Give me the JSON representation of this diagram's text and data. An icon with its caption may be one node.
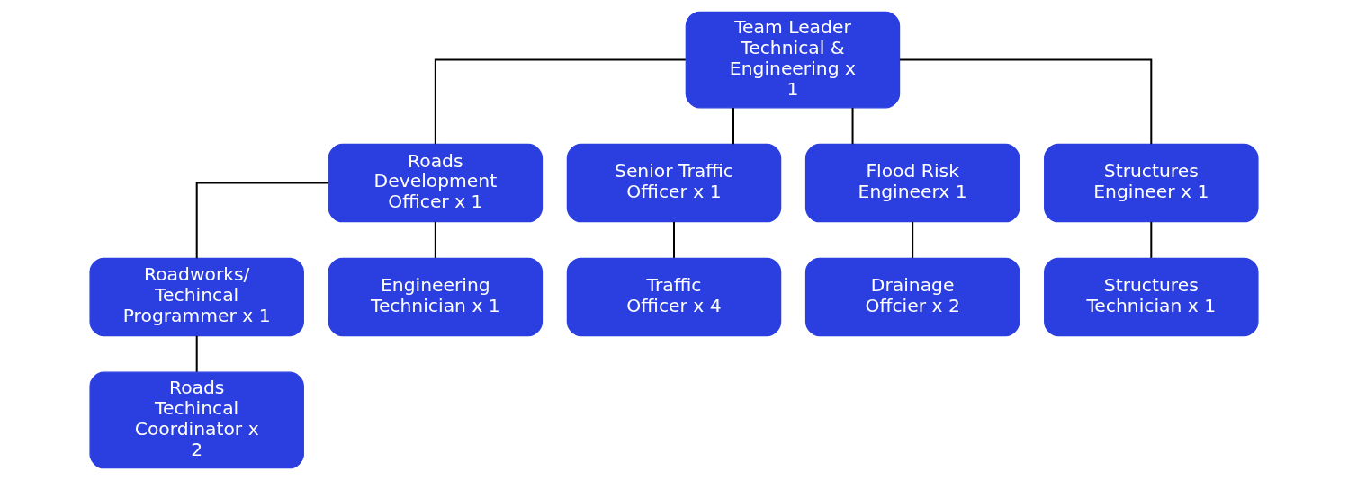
{
  "diagram": {
    "nodes": [
      {
        "text": [
          "Team Leader Technical & Engineering x 1"
        ]
      },
      {
        "text": [
          "Roads Development Officer x 1"
        ]
      },
      {
        "text": [
          "Senior Traffic Officer x 1"
        ]
      },
      {
        "text": [
          "Flood Risk Engineerx 1"
        ]
      },
      {
        "text": [
          "Structures Engineer x 1"
        ]
      },
      {
        "text": [
          "Roadworks/ Techincal Programmer x 1"
        ]
      },
      {
        "text": [
          "Engineering Technician x 1"
        ]
      },
      {
        "text": [
          "Traffic Officer x 4"
        ]
      },
      {
        "text": [
          "Drainage Offcier x 2"
        ]
      },
      {
        "text": [
          "Structures Technician x 1"
        ]
      },
      {
        "text": [
          "Roads Techincal Coordinator x 2"
        ]
      }
    ],
    "edges": [
      {
        "from": 0,
        "to": 1,
        "arrow": "none"
      },
      {
        "from": 0,
        "to": 2,
        "arrow": "none"
      },
      {
        "from": 0,
        "to": 3,
        "arrow": "none"
      },
      {
        "from": 0,
        "to": 4,
        "arrow": "none"
      },
      {
        "from": 1,
        "to": 5,
        "arrow": "none"
      },
      {
        "from": 1,
        "to": 6,
        "arrow": "none"
      },
      {
        "from": 2,
        "to": 7,
        "arrow": "none"
      },
      {
        "from": 3,
        "to": 8,
        "arrow": "none"
      },
      {
        "from": 4,
        "to": 9,
        "arrow": "none"
      },
      {
        "from": 5,
        "to": 10,
        "arrow": "none"
      }
    ]
  }
}
